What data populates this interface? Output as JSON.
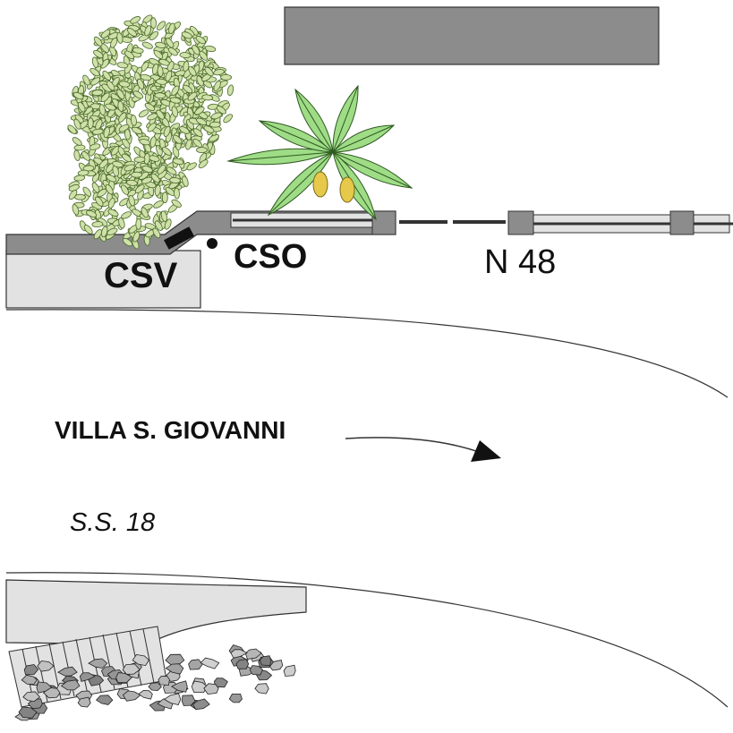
{
  "labels": {
    "csv": "CSV",
    "cso": "CSO",
    "n48": "N 48",
    "villa": "VILLA S. GIOVANNI",
    "ss18": "S.S. 18"
  },
  "colors": {
    "dark_gray": "#8c8c8c",
    "light_gray": "#e2e2e2",
    "line": "#333333",
    "foliage_light": "#cfe0a8",
    "foliage_dark": "#4a6a2a",
    "palm_green": "#9fdc86",
    "dates": "#e6c94a"
  }
}
